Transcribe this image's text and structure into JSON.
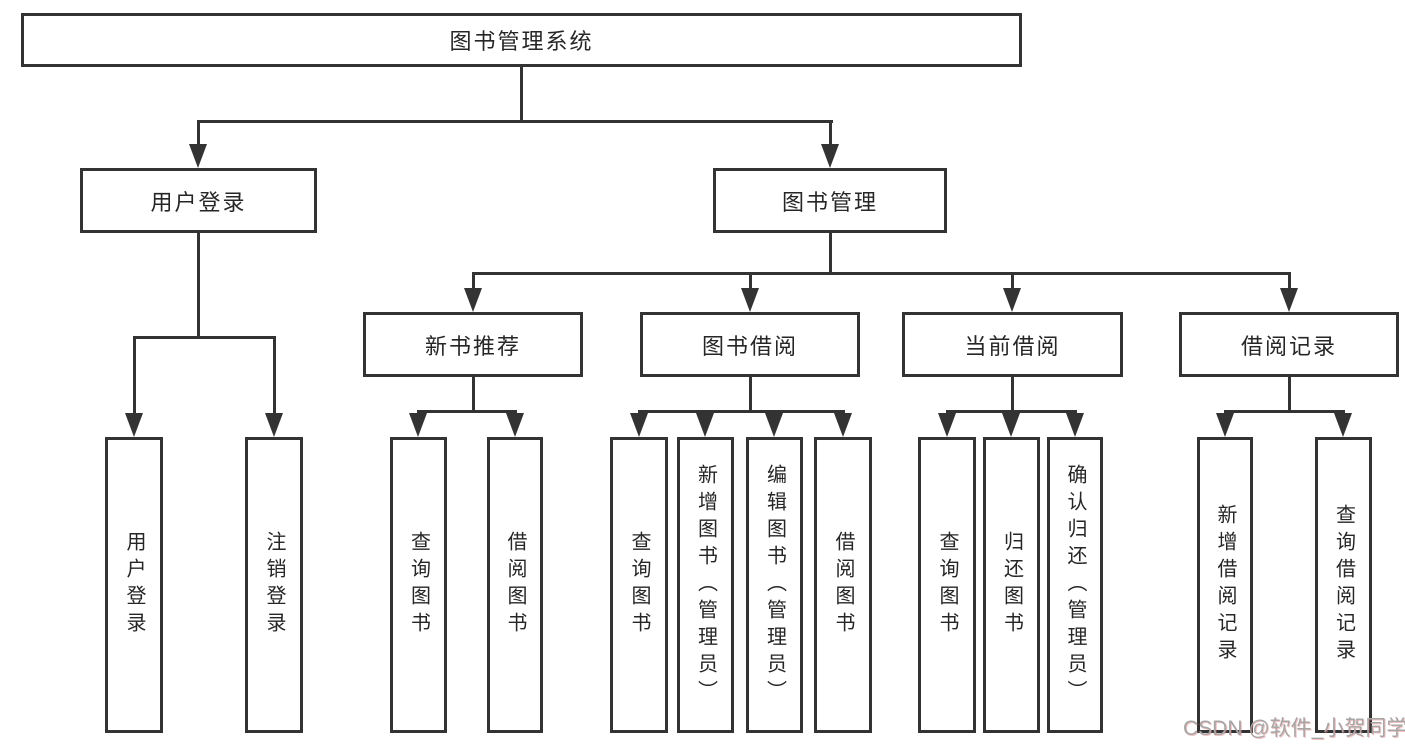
{
  "tree": {
    "label": "图书管理系统",
    "children": [
      {
        "label": "用户登录",
        "children": [
          {
            "label": "用户登录"
          },
          {
            "label": "注销登录"
          }
        ]
      },
      {
        "label": "图书管理",
        "children": [
          {
            "label": "新书推荐",
            "children": [
              {
                "label": "查询图书"
              },
              {
                "label": "借阅图书"
              }
            ]
          },
          {
            "label": "图书借阅",
            "children": [
              {
                "label": "查询图书"
              },
              {
                "label": "新增图书（管理员）"
              },
              {
                "label": "编辑图书（管理员）"
              },
              {
                "label": "借阅图书"
              }
            ]
          },
          {
            "label": "当前借阅",
            "children": [
              {
                "label": "查询图书"
              },
              {
                "label": "归还图书"
              },
              {
                "label": "确认归还（管理员）"
              }
            ]
          },
          {
            "label": "借阅记录",
            "children": [
              {
                "label": "新增借阅记录"
              },
              {
                "label": "查询借阅记录"
              }
            ]
          }
        ]
      }
    ]
  },
  "watermark": {
    "text": "CSDN @软件_小贺同学"
  },
  "colors": {
    "line": "#333333",
    "box_border": "#333333",
    "text": "#262626",
    "watermark": "#a6a6a6",
    "background": "#ffffff"
  }
}
